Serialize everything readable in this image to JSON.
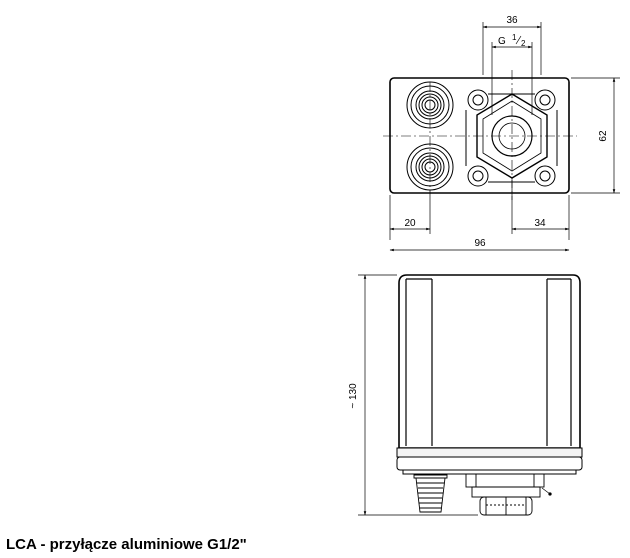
{
  "drawing": {
    "top_view": {
      "dim_top_width": "36",
      "thread_label_prefix": "G ",
      "thread_label_num": "1",
      "thread_label_den": "2",
      "dim_height": "62",
      "dim_left": "20",
      "dim_right": "34",
      "dim_total_width": "96"
    },
    "side_view": {
      "dim_height": "~ 130"
    }
  },
  "caption": "LCA - przyłącze aluminiowe G1/2\""
}
